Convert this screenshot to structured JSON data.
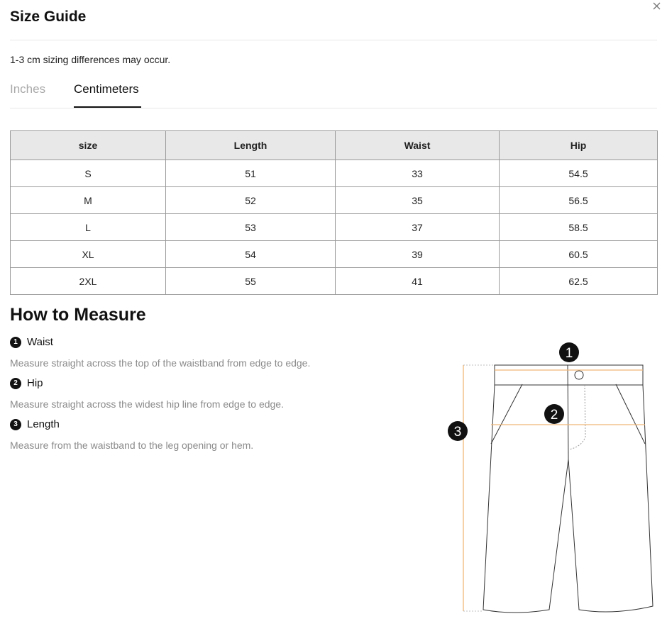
{
  "modal": {
    "title": "Size Guide",
    "note": "1-3 cm sizing differences may occur.",
    "close_icon": "close-icon"
  },
  "tabs": [
    {
      "label": "Inches",
      "active": false
    },
    {
      "label": "Centimeters",
      "active": true
    }
  ],
  "table": {
    "headers": [
      "size",
      "Length",
      "Waist",
      "Hip"
    ],
    "rows": [
      [
        "S",
        "51",
        "33",
        "54.5"
      ],
      [
        "M",
        "52",
        "35",
        "56.5"
      ],
      [
        "L",
        "53",
        "37",
        "58.5"
      ],
      [
        "XL",
        "54",
        "39",
        "60.5"
      ],
      [
        "2XL",
        "55",
        "41",
        "62.5"
      ]
    ]
  },
  "measure": {
    "title": "How to Measure",
    "items": [
      {
        "num": "1",
        "label": "Waist",
        "desc": "Measure straight across the top of the waistband from edge to edge."
      },
      {
        "num": "2",
        "label": "Hip",
        "desc": "Measure straight across the widest hip line from edge to edge."
      },
      {
        "num": "3",
        "label": "Length",
        "desc": "Measure from the waistband to the leg opening or hem."
      }
    ]
  },
  "diagram": {
    "markers": [
      "1",
      "2",
      "3"
    ],
    "measure_line_color": "#f0b878",
    "marker_color": "#111111"
  }
}
